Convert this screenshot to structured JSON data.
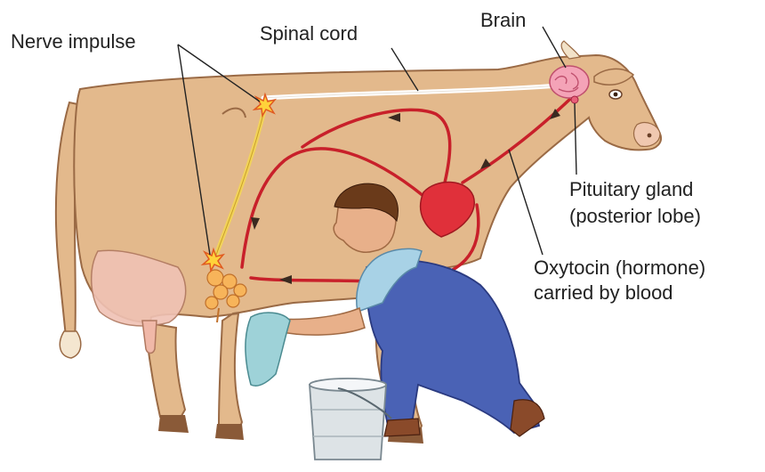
{
  "labels": {
    "nerve_impulse": "Nerve impulse",
    "spinal_cord": "Spinal cord",
    "brain": "Brain",
    "pituitary_line1": "Pituitary gland",
    "pituitary_line2": "(posterior lobe)",
    "oxytocin_line1": "Oxytocin (hormone)",
    "oxytocin_line2": "carried by blood"
  },
  "colors": {
    "cow_body": "#e3b98c",
    "cow_outline": "#9a6a45",
    "udder": "#f0c2b4",
    "spinal_cord": "#ffffff",
    "nerve": "#f2d35a",
    "blood_vessel": "#c8202a",
    "heart": "#e0303a",
    "brain": "#f4a3b7",
    "shirt": "#a8d2e6",
    "overalls": "#4a62b5",
    "bucket": "#dde3e6"
  },
  "icons": {
    "nerve_impulse_mark": "starburst-icon",
    "flow_arrow": "arrowhead-icon"
  }
}
